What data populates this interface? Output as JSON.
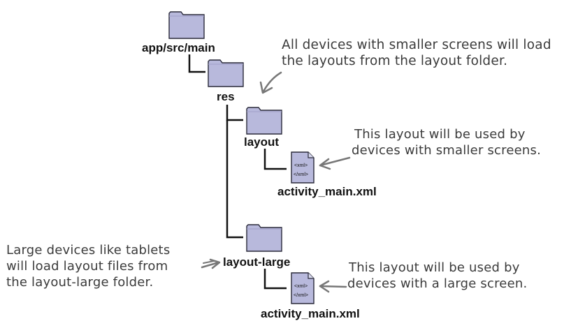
{
  "tree": {
    "root_label": "app/src/main",
    "res_label": "res",
    "layout_label": "layout",
    "layout_file_label": "activity_main.xml",
    "layout_large_label": "layout-large",
    "layout_large_file_label": "activity_main.xml",
    "xml_icon_text_open": "<xml>",
    "xml_icon_text_close": "</xml>"
  },
  "annotations": {
    "smaller_devices": [
      "All devices with smaller screens will load",
      "the layouts from the layout folder."
    ],
    "layout_used_by_small": [
      "This layout will be used by",
      "devices with smaller screens."
    ],
    "large_devices": [
      "Large devices like tablets",
      "will load layout files from",
      "the layout-large folder."
    ],
    "layout_used_by_large": [
      "This layout will be used by",
      "devices with a large screen."
    ]
  },
  "colors": {
    "folder_fill": "#b8b9dc",
    "folder_stroke": "#2a2a3a",
    "line": "#111111",
    "note_text": "#3b3b3b",
    "arrow": "#666666"
  }
}
